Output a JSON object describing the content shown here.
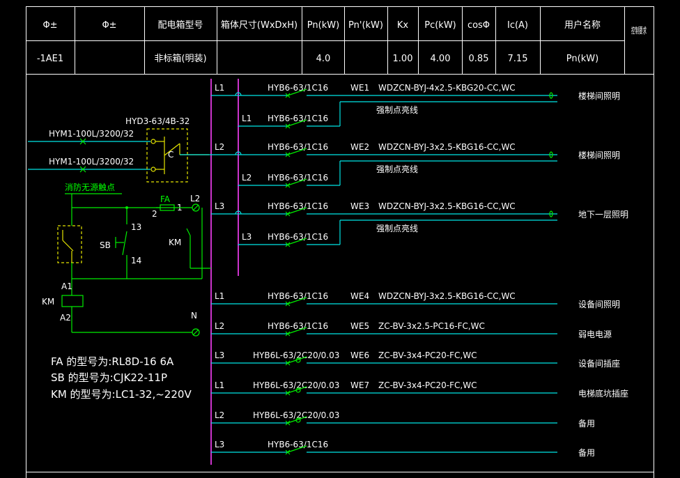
{
  "header": {
    "columns": [
      "Φ±",
      "Φ±",
      "配电箱型号",
      "箱体尺寸(WxDxH)",
      "Pn(kW)",
      "Pn'(kW)",
      "Kx",
      "Pc(kW)",
      "cosΦ",
      "Ic(A)",
      "用户名称",
      "控制要求"
    ],
    "row": {
      "id": "-1AE1",
      "col2": "",
      "model": "非标箱(明装)",
      "size": "",
      "pn": "4.0",
      "pn2": "",
      "kx": "1.00",
      "pc": "4.00",
      "cos": "0.85",
      "ic": "7.15",
      "user": "Pn(kW)"
    }
  },
  "control": {
    "incomer1": "HYM1-100L/3200/32",
    "incomer2": "HYM1-100L/3200/32",
    "ats": "HYD3-63/4B-32",
    "ats_mark": "C",
    "fire_contact": "消防无源触点",
    "fa": "FA",
    "fa_pin1": "1",
    "fa_pin2": "2",
    "l2": "L2",
    "km_contact": "KM",
    "sb": "SB",
    "sb_pin13": "13",
    "sb_pin14": "14",
    "a1": "A1",
    "km_coil": "KM",
    "a2": "A2",
    "n": "N"
  },
  "notes": [
    "FA 的型号为:RL8D-16 6A",
    "SB 的型号为:CJK22-11P",
    "KM 的型号为:LC1-32,~220V"
  ],
  "circuits": [
    {
      "phase": "L1",
      "breaker": "HYB6-63/1C16",
      "code": "WE1",
      "cable": "WDZCN-BYJ-4x2.5-KBG20-CC,WC",
      "load": "楼梯间照明"
    },
    {
      "phase": "L1",
      "breaker": "HYB6-63/1C16",
      "code": "",
      "cable": "",
      "load": "",
      "sub": "强制点亮线"
    },
    {
      "phase": "L2",
      "breaker": "HYB6-63/1C16",
      "code": "WE2",
      "cable": "WDZCN-BYJ-3x2.5-KBG16-CC,WC",
      "load": "楼梯间照明"
    },
    {
      "phase": "L2",
      "breaker": "HYB6-63/1C16",
      "code": "",
      "cable": "",
      "load": "",
      "sub": "强制点亮线"
    },
    {
      "phase": "L3",
      "breaker": "HYB6-63/1C16",
      "code": "WE3",
      "cable": "WDZCN-BYJ-3x2.5-KBG16-CC,WC",
      "load": "地下一层照明"
    },
    {
      "phase": "L3",
      "breaker": "HYB6-63/1C16",
      "code": "",
      "cable": "",
      "load": "",
      "sub": "强制点亮线"
    },
    {
      "phase": "L1",
      "breaker": "HYB6-63/1C16",
      "code": "WE4",
      "cable": "WDZCN-BYJ-3x2.5-KBG16-CC,WC",
      "load": "设备间照明"
    },
    {
      "phase": "L2",
      "breaker": "HYB6-63/1C16",
      "code": "WE5",
      "cable": "ZC-BV-3x2.5-PC16-FC,WC",
      "load": "弱电电源"
    },
    {
      "phase": "L3",
      "breaker": "HYB6L-63/2C20/0.03",
      "code": "WE6",
      "cable": "ZC-BV-3x4-PC20-FC,WC",
      "load": "设备间插座"
    },
    {
      "phase": "L1",
      "breaker": "HYB6L-63/2C20/0.03",
      "code": "WE7",
      "cable": "ZC-BV-3x4-PC20-FC,WC",
      "load": "电梯底坑插座"
    },
    {
      "phase": "L2",
      "breaker": "HYB6L-63/2C20/0.03",
      "code": "",
      "cable": "",
      "load": "备用"
    },
    {
      "phase": "L3",
      "breaker": "HYB6-63/1C16",
      "code": "",
      "cable": "",
      "load": "备用"
    }
  ],
  "colors": {
    "background": "#000000",
    "grid": "#ffffff",
    "wire": "#00e5e5",
    "control_wire": "#00ee00",
    "busbar": "#cc33cc",
    "dashed_box": "#e6e600"
  }
}
